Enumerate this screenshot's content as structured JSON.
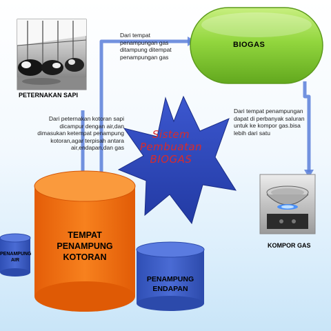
{
  "labels": {
    "peternakan": "PETERNAKAN SAPI",
    "biogas": "BIOGAS",
    "kompor": "KOMPOR GAS",
    "title_lines": [
      "Sistem",
      "Pembuatan",
      "BIOGAS"
    ],
    "tempat_lines": [
      "TEMPAT",
      "PENAMPUNG",
      "KOTORAN"
    ],
    "endapan_lines": [
      "PENAMPUNG",
      "ENDAPAN"
    ],
    "air_lines": [
      "PENAMPUNG",
      "AIR"
    ]
  },
  "captions": {
    "top": [
      "Dari tempat",
      "penampungan gas",
      "ditampung ditempat",
      "penampungan gas"
    ],
    "left": [
      "Dari peternakan kotoran sapi",
      "dicampur dengan air,dan",
      "dimasukan ketempat penampung",
      "kotoran,agar terpisah antara",
      "air,endapan,dan gas"
    ],
    "right": [
      "Dari tempat penampungan",
      "dapat di perbanyak saluran",
      "untuk ke kompor gas.bisa",
      "lebih dari satu"
    ]
  },
  "colors": {
    "arrow": "#5b7fd9",
    "biogas_fill": "#8fd43a",
    "tempat_fill": "#f26f11",
    "tank_fill": "#3f5fc6",
    "star_fill": "#2840b8",
    "title_text": "#d92b2b"
  },
  "icons": [
    "cow-barn-photo",
    "gas-stove-photo"
  ]
}
